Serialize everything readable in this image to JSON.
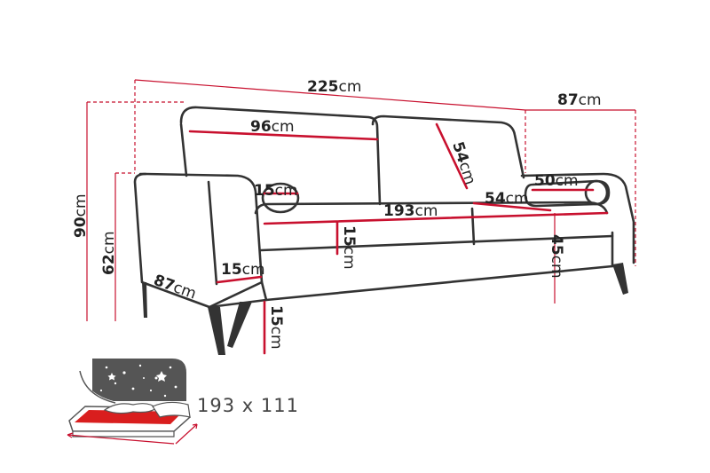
{
  "dimensions": {
    "total_width": {
      "value": "225",
      "unit": "cm"
    },
    "depth_top": {
      "value": "87",
      "unit": "cm"
    },
    "backrest_width": {
      "value": "96",
      "unit": "cm"
    },
    "backrest_height": {
      "value": "54",
      "unit": "cm"
    },
    "armrest_width": {
      "value": "15",
      "unit": "cm"
    },
    "seat_width": {
      "value": "193",
      "unit": "cm"
    },
    "pillow_length": {
      "value": "50",
      "unit": "cm"
    },
    "seat_depth": {
      "value": "54",
      "unit": "cm"
    },
    "total_height": {
      "value": "90",
      "unit": "cm"
    },
    "armrest_height": {
      "value": "62",
      "unit": "cm"
    },
    "seat_thickness": {
      "value": "15",
      "unit": "cm"
    },
    "seat_height": {
      "value": "45",
      "unit": "cm"
    },
    "armrest_thickness": {
      "value": "15",
      "unit": "cm"
    },
    "depth_side": {
      "value": "87",
      "unit": "cm"
    },
    "leg_height": {
      "value": "15",
      "unit": "cm"
    }
  },
  "sleeping_area": "193 x 111",
  "icons": {
    "bed": "bed-function-icon",
    "night": "starry-night-icon"
  },
  "colors": {
    "dimension_red": "#c8102e",
    "outline": "#333333"
  }
}
